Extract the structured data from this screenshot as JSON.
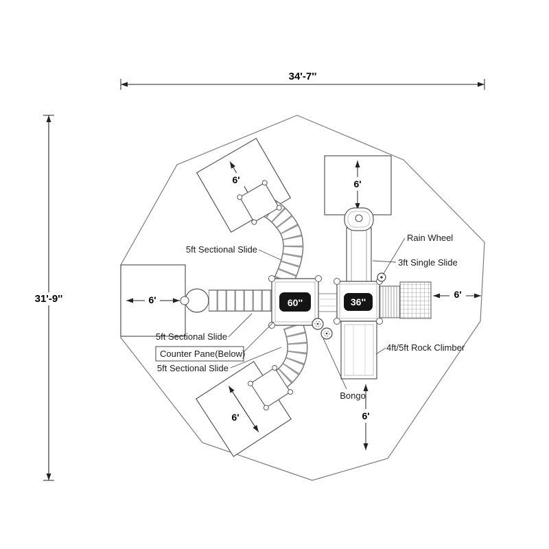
{
  "title": "playground-equipment-plan",
  "colors": {
    "line": "#555555",
    "boundary": "#777777",
    "dimension": "#222222",
    "badge_bg": "#141414",
    "badge_text": "#ffffff"
  },
  "dimensions": {
    "width": "34'-7''",
    "height": "31'-9''"
  },
  "clearances": {
    "upper_left": "6'",
    "top": "6'",
    "left": "6'",
    "right": "6'",
    "bottom": "6'",
    "lower_left": "6'"
  },
  "labels": {
    "sectional_slide_upper": "5ft Sectional Slide",
    "rain_wheel": "Rain Wheel",
    "single_slide": "3ft Single Slide",
    "sectional_slide_left": "5ft Sectional Slide",
    "counter_pane": "Counter Pane(Below)",
    "sectional_slide_lower": "5ft Sectional Slide",
    "rock_climber": "4ft/5ft Rock Climber",
    "bongo": "Bongo"
  },
  "decks": {
    "deck_60": "60''",
    "deck_36": "36''"
  }
}
